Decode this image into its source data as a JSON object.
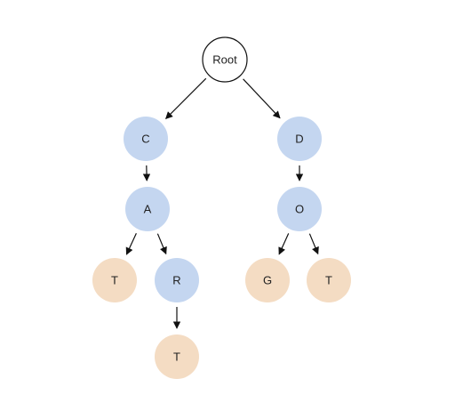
{
  "colors": {
    "root_fill": "#ffffff",
    "root_stroke": "#111111",
    "internal_fill": "#c4d6f0",
    "leaf_fill": "#f4dcc3",
    "edge": "#111111"
  },
  "nodes": [
    {
      "id": "root",
      "label": "Root",
      "kind": "root"
    },
    {
      "id": "c",
      "label": "C",
      "kind": "internal"
    },
    {
      "id": "d",
      "label": "D",
      "kind": "internal"
    },
    {
      "id": "a",
      "label": "A",
      "kind": "internal"
    },
    {
      "id": "o",
      "label": "O",
      "kind": "internal"
    },
    {
      "id": "t1",
      "label": "T",
      "kind": "leaf"
    },
    {
      "id": "r",
      "label": "R",
      "kind": "internal"
    },
    {
      "id": "g",
      "label": "G",
      "kind": "leaf"
    },
    {
      "id": "t2",
      "label": "T",
      "kind": "leaf"
    },
    {
      "id": "t3",
      "label": "T",
      "kind": "leaf"
    }
  ],
  "edges": [
    {
      "from": "root",
      "to": "c"
    },
    {
      "from": "root",
      "to": "d"
    },
    {
      "from": "c",
      "to": "a"
    },
    {
      "from": "d",
      "to": "o"
    },
    {
      "from": "a",
      "to": "t1"
    },
    {
      "from": "a",
      "to": "r"
    },
    {
      "from": "o",
      "to": "g"
    },
    {
      "from": "o",
      "to": "t2"
    },
    {
      "from": "r",
      "to": "t3"
    }
  ]
}
